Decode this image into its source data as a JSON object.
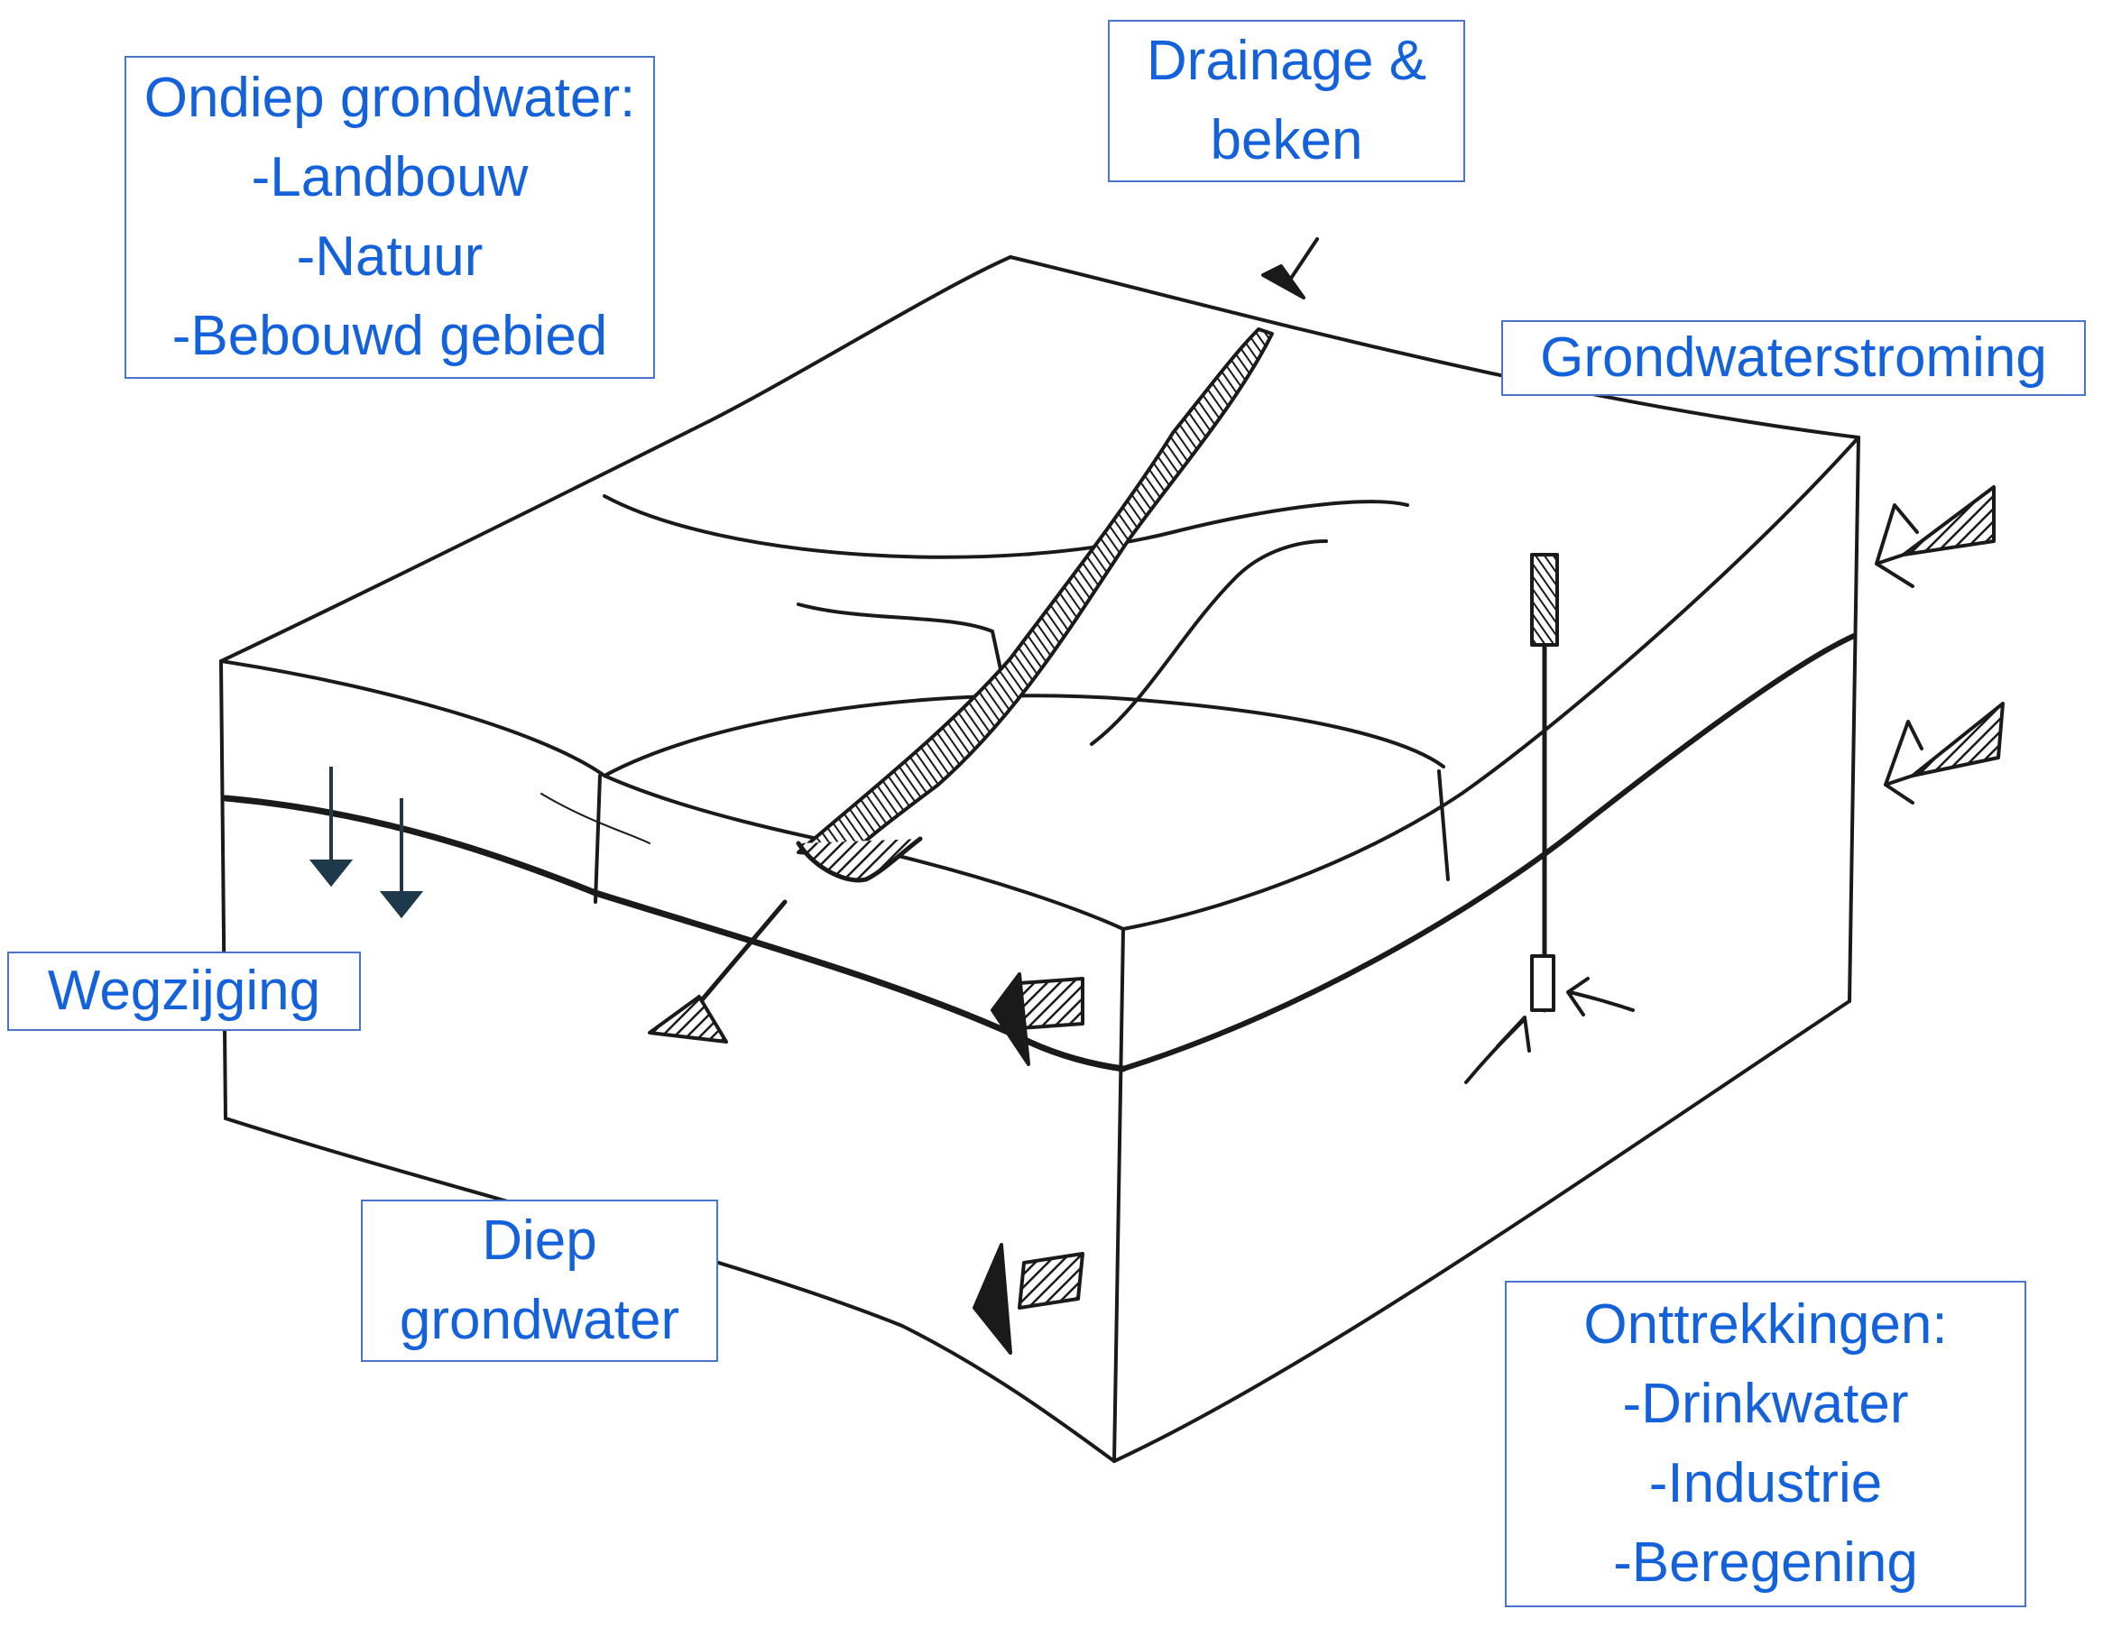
{
  "labels": {
    "shallow_groundwater": {
      "title": "Ondiep grondwater:",
      "items": [
        "-Landbouw",
        "-Natuur",
        "-Bebouwd gebied"
      ]
    },
    "drainage": {
      "lines": [
        "Drainage &",
        "beken"
      ]
    },
    "groundwater_flow": {
      "title": "Grondwaterstroming"
    },
    "seepage": {
      "title": "Wegzijging"
    },
    "deep_groundwater": {
      "lines": [
        "Diep",
        "grondwater"
      ]
    },
    "abstractions": {
      "title": "Onttrekkingen:",
      "items": [
        "-Drinkwater",
        "-Industrie",
        "-Beregening"
      ]
    }
  },
  "colors": {
    "label_text": "#1461dc",
    "label_border": "#4a73c9",
    "sketch_stroke": "#1a1a1a",
    "seepage_arrows": "#1e3a4a"
  }
}
